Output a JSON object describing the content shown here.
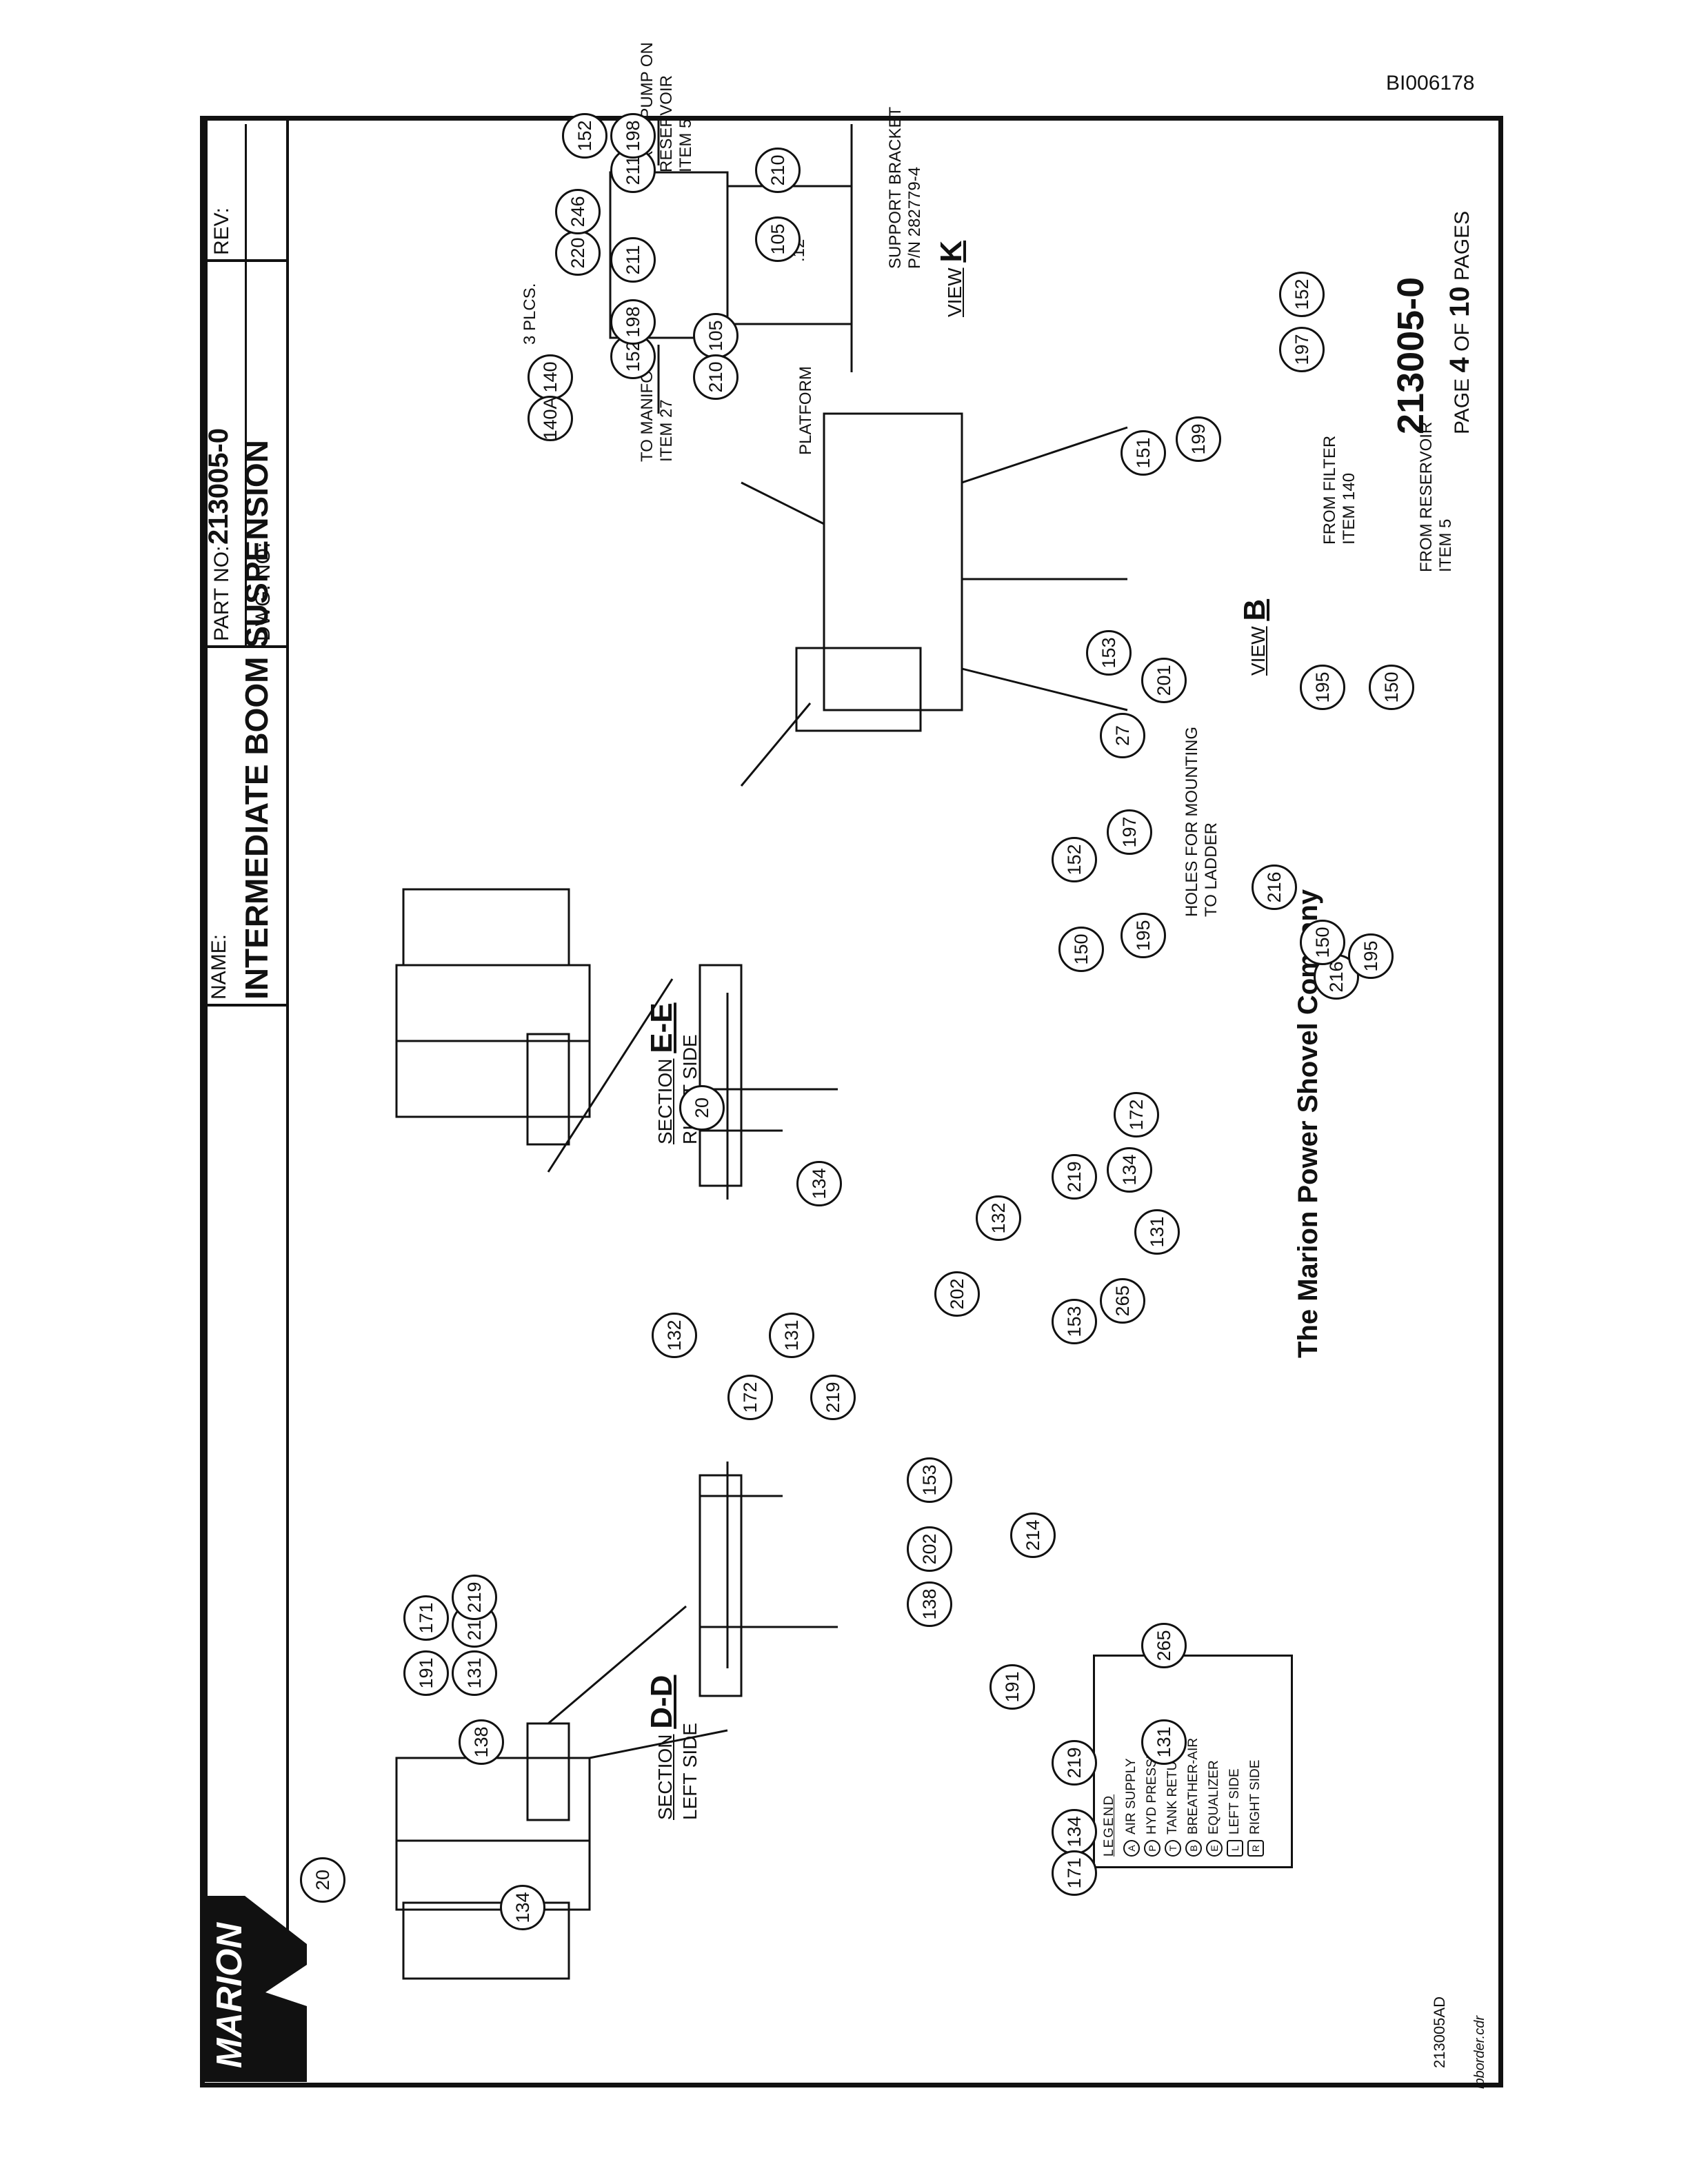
{
  "document_id": "BI006178",
  "title_block": {
    "name_label": "NAME:",
    "name": "INTERMEDIATE BOOM SUSPENSION",
    "part_no_label": "PART NO:",
    "part_no": "213005-0",
    "dwg_no_label": "DWG. NO:",
    "rev_label": "REV:"
  },
  "logo_text": "MARION",
  "company": "The Marion Power Shovel Company",
  "drawing_number": "213005-0",
  "page_info": {
    "page_label": "PAGE",
    "page": "4",
    "of_label": "OF",
    "total": "10",
    "pages_label": "PAGES"
  },
  "file_code": "213005AD",
  "border_file": "lpborder.cdr",
  "views": {
    "section_dd": {
      "label_prefix": "SECTION",
      "label": "D-D",
      "side": "LEFT SIDE"
    },
    "section_ee": {
      "label_prefix": "SECTION",
      "label": "E-E",
      "side": "RIGHT SIDE"
    },
    "view_b": {
      "label_prefix": "VIEW",
      "label": "B"
    },
    "view_k": {
      "label_prefix": "VIEW",
      "label": "K"
    }
  },
  "notes": {
    "to_manifold": "TO MANIFOLD\nITEM 27",
    "from_pump": "FROM PUMP ON\nRESERVOIR\nITEM 5",
    "support_bracket": "SUPPORT BRACKET\nP/N 282779-4",
    "platform": "PLATFORM",
    "three_plcs": "3 PLCS.",
    "dim_12": ".12",
    "from_filter": "FROM FILTER\nITEM 140",
    "from_reservoir": "FROM RESERVOIR\nITEM 5",
    "holes_mounting": "HOLES FOR MOUNTING\nTO LADDER"
  },
  "legend": {
    "title": "LEGEND",
    "items": [
      {
        "symbol": "A",
        "text": "AIR SUPPLY"
      },
      {
        "symbol": "P",
        "text": "HYD PRESSURE"
      },
      {
        "symbol": "T",
        "text": "TANK RETURN"
      },
      {
        "symbol": "B",
        "text": "BREATHER-AIR"
      },
      {
        "symbol": "E",
        "text": "EQUALIZER"
      },
      {
        "symbol": "L",
        "text": "LEFT SIDE"
      },
      {
        "symbol": "R",
        "text": "RIGHT SIDE"
      }
    ]
  },
  "callouts": {
    "dd": [
      "134",
      "20",
      "138",
      "191",
      "214",
      "171",
      "131",
      "219",
      "153",
      "202",
      "138",
      "214",
      "191",
      "219",
      "134",
      "171",
      "265",
      "131"
    ],
    "ee": [
      "20",
      "134",
      "132",
      "172",
      "131",
      "219",
      "132",
      "202",
      "219",
      "134",
      "172",
      "153",
      "131",
      "265"
    ],
    "k": [
      "152",
      "198",
      "211",
      "220",
      "246",
      "211",
      "198",
      "152",
      "210",
      "105",
      "105",
      "210",
      "140",
      "140A"
    ],
    "b": [
      "151",
      "199",
      "153",
      "201",
      "197",
      "152",
      "27",
      "152",
      "197",
      "150",
      "195",
      "216",
      "195",
      "150",
      "150",
      "195",
      "216"
    ]
  }
}
